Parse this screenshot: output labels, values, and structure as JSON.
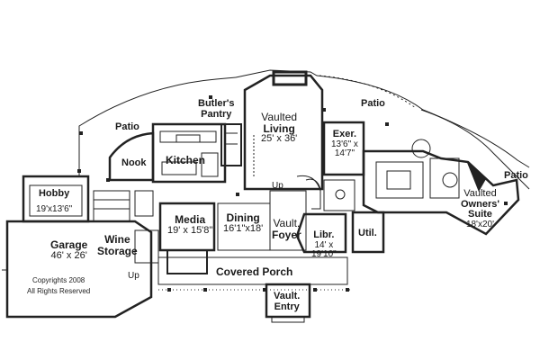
{
  "rooms": {
    "patio_left": {
      "title": "Patio"
    },
    "patio_center": {
      "title": "Patio"
    },
    "patio_right": {
      "title": "Patio"
    },
    "butlers_pantry": {
      "title_line1": "Butler's",
      "title_line2": "Pantry"
    },
    "vaulted_living": {
      "title_line1": "Vaulted",
      "title_line2": "Living",
      "dims": "25' x 36'"
    },
    "exer": {
      "title": "Exer.",
      "dims_line1": "13'6\" x",
      "dims_line2": "14'7\""
    },
    "nook": {
      "title": "Nook"
    },
    "kitchen": {
      "title": "Kitchen"
    },
    "hobby": {
      "title": "Hobby",
      "dims": "19'x13'6\""
    },
    "media": {
      "title": "Media",
      "dims": "19' x 15'8\""
    },
    "dining": {
      "title": "Dining",
      "dims": "16'1\"x18'"
    },
    "vault_foyer": {
      "title_line1": "Vault.",
      "title_line2": "Foyer"
    },
    "libr": {
      "title": "Libr.",
      "dims_line1": "14' x",
      "dims_line2": "19'10\""
    },
    "util": {
      "title": "Util."
    },
    "owners_suite": {
      "title_line1": "Vaulted",
      "title_line2": "Owners'",
      "title_line3": "Suite",
      "dims": "18'x20'"
    },
    "garage": {
      "title": "Garage",
      "dims": "46' x 26'"
    },
    "wine_storage": {
      "title_line1": "Wine",
      "title_line2": "Storage"
    },
    "covered_porch": {
      "title": "Covered Porch"
    },
    "vault_entry": {
      "title_line1": "Vault.",
      "title_line2": "Entry"
    }
  },
  "stairs": {
    "up_living": "Up",
    "up_garage": "Up"
  },
  "copyright": {
    "line1": "Copyrights 2008",
    "line2": "All Rights Reserved"
  }
}
